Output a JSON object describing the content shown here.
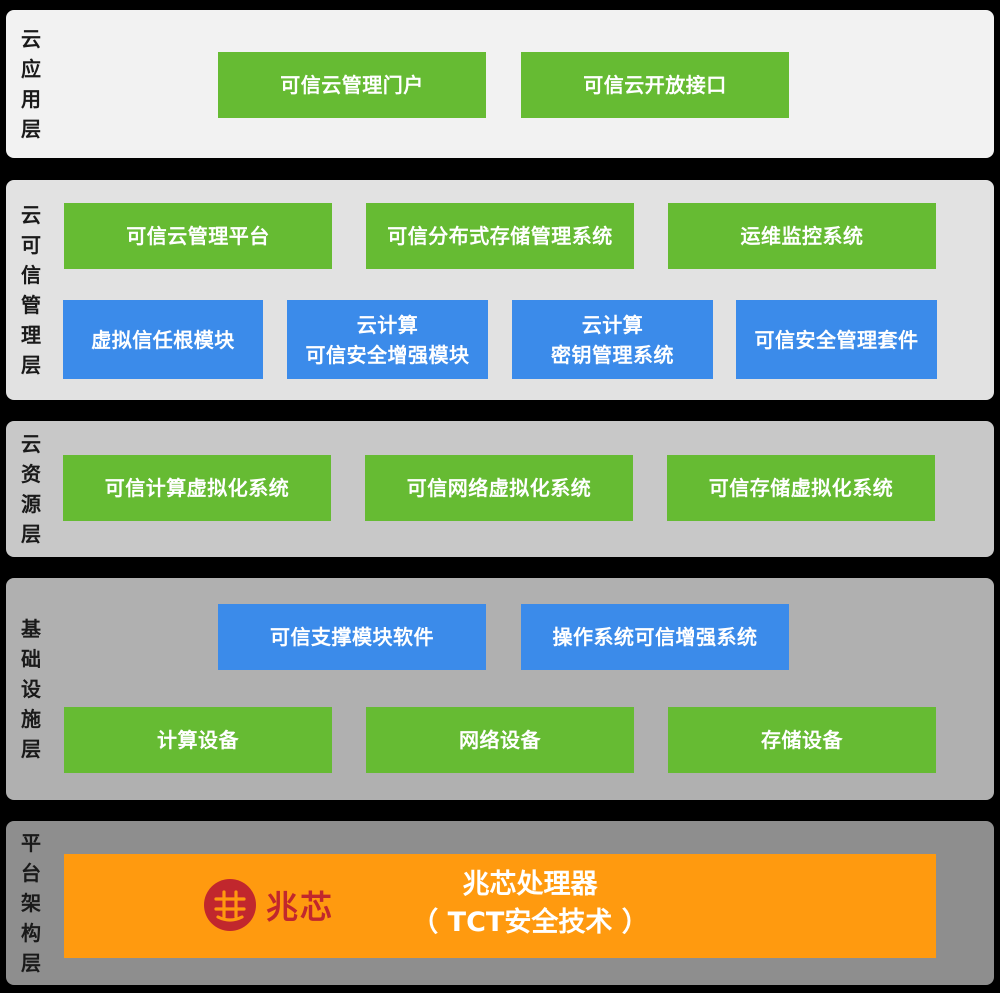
{
  "colors": {
    "green": "#66bb33",
    "blue": "#3b8bea",
    "orange": "#ff9a0f",
    "logo_red": "#c1272d"
  },
  "layers": {
    "app": {
      "label": "云应用层",
      "boxes": [
        "可信云管理门户",
        "可信云开放接口"
      ]
    },
    "mgmt": {
      "label": "云可信管理层",
      "green_boxes": [
        "可信云管理平台",
        "可信分布式存储管理系统",
        "运维监控系统"
      ],
      "blue_boxes": [
        {
          "line1": "虚拟信任根模块",
          "line2": ""
        },
        {
          "line1": "云计算",
          "line2": "可信安全增强模块"
        },
        {
          "line1": "云计算",
          "line2": "密钥管理系统"
        },
        {
          "line1": "可信安全管理套件",
          "line2": ""
        }
      ]
    },
    "resource": {
      "label": "云资源层",
      "boxes": [
        "可信计算虚拟化系统",
        "可信网络虚拟化系统",
        "可信存储虚拟化系统"
      ]
    },
    "infra": {
      "label": "基础设施层",
      "blue_boxes": [
        "可信支撑模块软件",
        "操作系统可信增强系统"
      ],
      "green_boxes": [
        "计算设备",
        "网络设备",
        "存储设备"
      ]
    },
    "platform": {
      "label": "平台架构层",
      "logo_text": "兆芯",
      "title": "兆芯处理器",
      "subtitle": "（ TCT安全技术 ）"
    }
  }
}
